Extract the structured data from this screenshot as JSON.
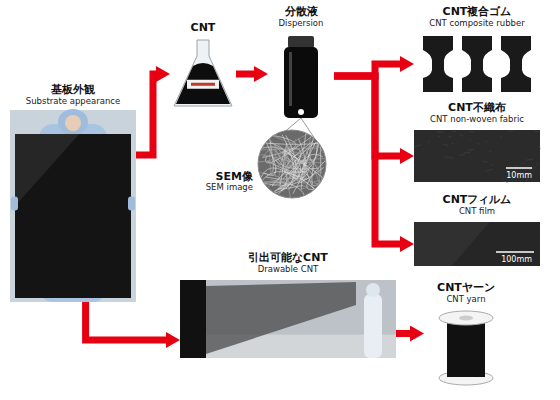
{
  "diagram": {
    "nodes": [
      {
        "text": [
          "基板外観",
          "Substrate appearance"
        ]
      },
      {
        "text": [
          "CNT"
        ]
      },
      {
        "text": [
          "分散液",
          "Dispersion"
        ]
      },
      {
        "text": [
          "SEM像",
          "SEM image"
        ]
      },
      {
        "text": [
          "CNT複合ゴム",
          "CNT composite rubber"
        ]
      },
      {
        "text": [
          "CNT不織布",
          "CNT non-woven fabric"
        ]
      },
      {
        "text": [
          "CNTフィルム",
          "CNT film"
        ]
      },
      {
        "text": [
          "引出可能なCNT",
          "Drawable CNT"
        ]
      },
      {
        "text": [
          "CNTヤーン",
          "CNT yarn"
        ]
      }
    ],
    "edges": [
      {
        "from": 0,
        "to": 1,
        "arrow": "to"
      },
      {
        "from": 1,
        "to": 2,
        "arrow": "to"
      },
      {
        "from": 2,
        "to": 3,
        "arrow": "none"
      },
      {
        "from": 2,
        "to": 4,
        "arrow": "to"
      },
      {
        "from": 2,
        "to": 5,
        "arrow": "to"
      },
      {
        "from": 2,
        "to": 6,
        "arrow": "to"
      },
      {
        "from": 0,
        "to": 7,
        "arrow": "to"
      },
      {
        "from": 7,
        "to": 8,
        "arrow": "to"
      }
    ],
    "labels": [
      "10mm",
      "100mm"
    ]
  }
}
